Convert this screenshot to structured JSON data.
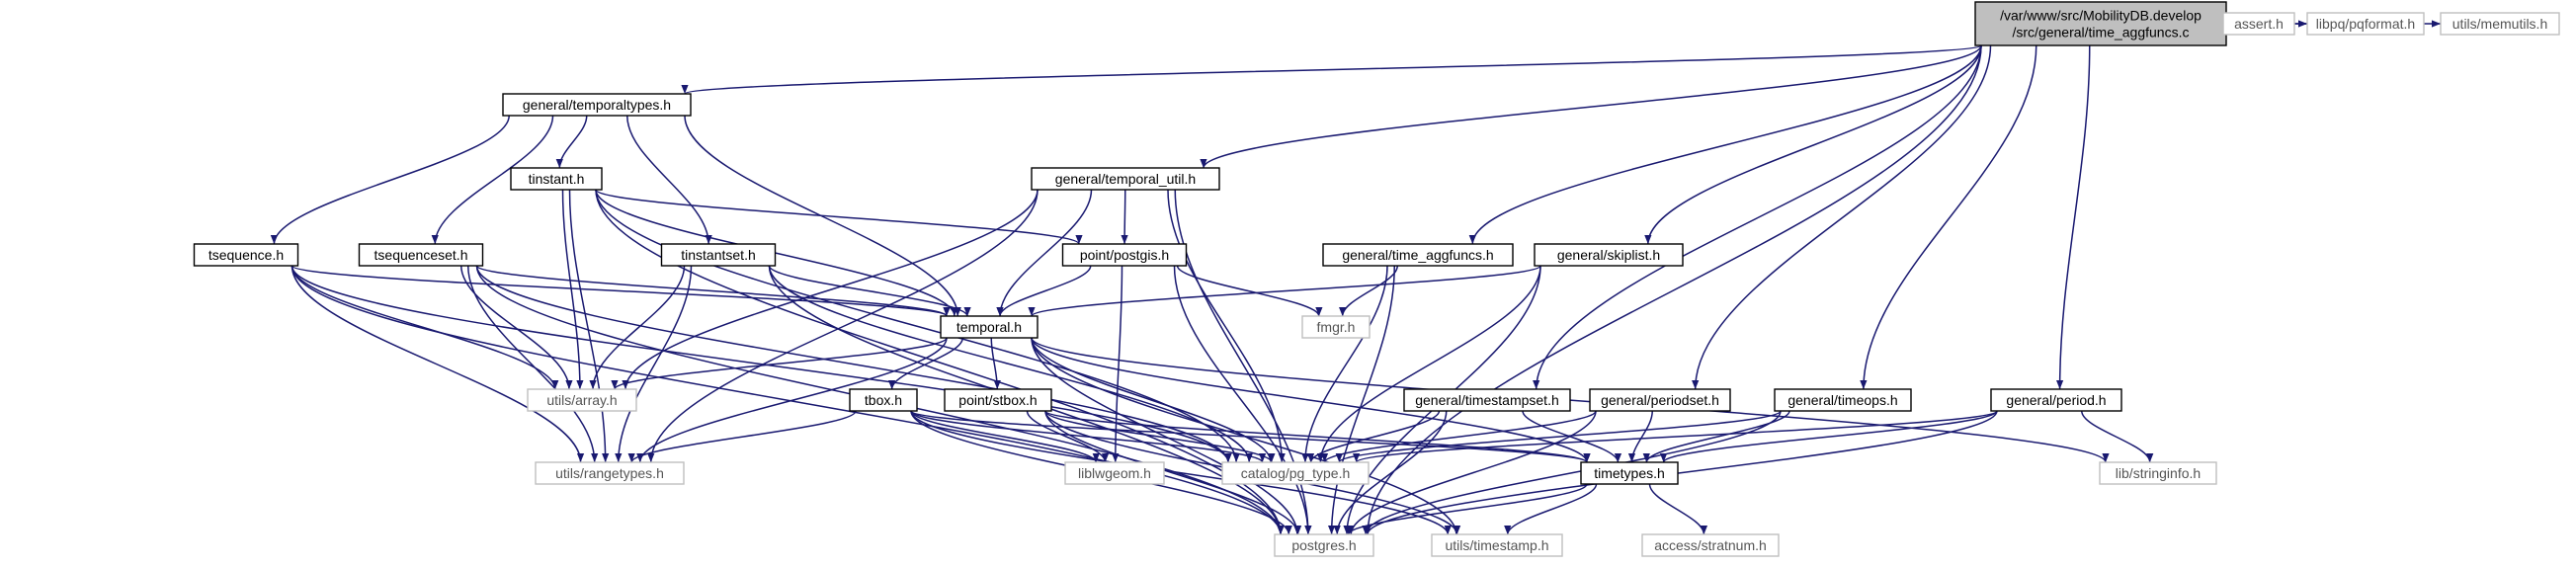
{
  "diagram": {
    "type": "include-dependency-graph",
    "nodes": [
      {
        "id": "root",
        "lines": [
          "/var/www/src/MobilityDB.develop",
          "/src/general/time_aggfuncs.c"
        ],
        "style": "root"
      },
      {
        "id": "temporaltypes",
        "lines": [
          "general/temporaltypes.h"
        ]
      },
      {
        "id": "tinstant",
        "lines": [
          "tinstant.h"
        ]
      },
      {
        "id": "tsequence",
        "lines": [
          "tsequence.h"
        ]
      },
      {
        "id": "tsequenceset",
        "lines": [
          "tsequenceset.h"
        ]
      },
      {
        "id": "tinstantset",
        "lines": [
          "tinstantset.h"
        ]
      },
      {
        "id": "temporal_util",
        "lines": [
          "general/temporal_util.h"
        ]
      },
      {
        "id": "postgis",
        "lines": [
          "point/postgis.h"
        ]
      },
      {
        "id": "time_aggfuncs",
        "lines": [
          "general/time_aggfuncs.h"
        ]
      },
      {
        "id": "skiplist",
        "lines": [
          "general/skiplist.h"
        ]
      },
      {
        "id": "temporal",
        "lines": [
          "temporal.h"
        ]
      },
      {
        "id": "fmgr",
        "lines": [
          "fmgr.h"
        ],
        "style": "ext"
      },
      {
        "id": "array",
        "lines": [
          "utils/array.h"
        ],
        "style": "ext"
      },
      {
        "id": "tbox",
        "lines": [
          "tbox.h"
        ]
      },
      {
        "id": "stbox",
        "lines": [
          "point/stbox.h"
        ]
      },
      {
        "id": "rangetypes",
        "lines": [
          "utils/rangetypes.h"
        ],
        "style": "ext"
      },
      {
        "id": "liblwgeom",
        "lines": [
          "liblwgeom.h"
        ],
        "style": "ext"
      },
      {
        "id": "pg_type",
        "lines": [
          "catalog/pg_type.h"
        ],
        "style": "ext"
      },
      {
        "id": "timestampset",
        "lines": [
          "general/timestampset.h"
        ]
      },
      {
        "id": "periodset",
        "lines": [
          "general/periodset.h"
        ]
      },
      {
        "id": "timeops",
        "lines": [
          "general/timeops.h"
        ]
      },
      {
        "id": "period",
        "lines": [
          "general/period.h"
        ]
      },
      {
        "id": "timetypes",
        "lines": [
          "timetypes.h"
        ]
      },
      {
        "id": "stringinfo",
        "lines": [
          "lib/stringinfo.h"
        ],
        "style": "ext"
      },
      {
        "id": "postgres",
        "lines": [
          "postgres.h"
        ],
        "style": "ext"
      },
      {
        "id": "timestamp",
        "lines": [
          "utils/timestamp.h"
        ],
        "style": "ext"
      },
      {
        "id": "stratnum",
        "lines": [
          "access/stratnum.h"
        ],
        "style": "ext"
      },
      {
        "id": "assert",
        "lines": [
          "assert.h"
        ],
        "style": "ext"
      },
      {
        "id": "pqformat",
        "lines": [
          "libpq/pqformat.h"
        ],
        "style": "ext"
      },
      {
        "id": "memutils",
        "lines": [
          "utils/memutils.h"
        ],
        "style": "ext"
      }
    ],
    "edges": [
      [
        "root",
        "temporaltypes"
      ],
      [
        "root",
        "temporal_util"
      ],
      [
        "root",
        "time_aggfuncs"
      ],
      [
        "root",
        "skiplist"
      ],
      [
        "root",
        "timestampset"
      ],
      [
        "root",
        "periodset"
      ],
      [
        "root",
        "timeops"
      ],
      [
        "root",
        "period"
      ],
      [
        "root",
        "postgres"
      ],
      [
        "root",
        "assert"
      ],
      [
        "root",
        "pqformat"
      ],
      [
        "root",
        "memutils"
      ],
      [
        "temporaltypes",
        "tinstant"
      ],
      [
        "temporaltypes",
        "tsequence"
      ],
      [
        "temporaltypes",
        "tsequenceset"
      ],
      [
        "temporaltypes",
        "tinstantset"
      ],
      [
        "temporaltypes",
        "temporal"
      ],
      [
        "tinstant",
        "postgis"
      ],
      [
        "tinstant",
        "temporal"
      ],
      [
        "tinstant",
        "array"
      ],
      [
        "tinstant",
        "pg_type"
      ],
      [
        "tinstant",
        "rangetypes"
      ],
      [
        "tinstant",
        "postgres"
      ],
      [
        "tsequence",
        "temporal"
      ],
      [
        "tsequence",
        "array"
      ],
      [
        "tsequence",
        "rangetypes"
      ],
      [
        "tsequence",
        "pg_type"
      ],
      [
        "tsequence",
        "postgres"
      ],
      [
        "tsequenceset",
        "temporal"
      ],
      [
        "tsequenceset",
        "array"
      ],
      [
        "tsequenceset",
        "rangetypes"
      ],
      [
        "tsequenceset",
        "pg_type"
      ],
      [
        "tsequenceset",
        "postgres"
      ],
      [
        "tinstantset",
        "temporal"
      ],
      [
        "tinstantset",
        "array"
      ],
      [
        "tinstantset",
        "rangetypes"
      ],
      [
        "tinstantset",
        "pg_type"
      ],
      [
        "tinstantset",
        "postgres"
      ],
      [
        "temporal_util",
        "postgis"
      ],
      [
        "temporal_util",
        "temporal"
      ],
      [
        "temporal_util",
        "array"
      ],
      [
        "temporal_util",
        "rangetypes"
      ],
      [
        "temporal_util",
        "pg_type"
      ],
      [
        "temporal_util",
        "postgres"
      ],
      [
        "postgis",
        "temporal"
      ],
      [
        "postgis",
        "fmgr"
      ],
      [
        "postgis",
        "liblwgeom"
      ],
      [
        "postgis",
        "postgres"
      ],
      [
        "time_aggfuncs",
        "fmgr"
      ],
      [
        "time_aggfuncs",
        "pg_type"
      ],
      [
        "time_aggfuncs",
        "postgres"
      ],
      [
        "skiplist",
        "temporal"
      ],
      [
        "skiplist",
        "pg_type"
      ],
      [
        "skiplist",
        "postgres"
      ],
      [
        "temporal",
        "array"
      ],
      [
        "temporal",
        "rangetypes"
      ],
      [
        "temporal",
        "tbox"
      ],
      [
        "temporal",
        "stbox"
      ],
      [
        "temporal",
        "pg_type"
      ],
      [
        "temporal",
        "timetypes"
      ],
      [
        "temporal",
        "stringinfo"
      ],
      [
        "temporal",
        "postgres"
      ],
      [
        "temporal",
        "timestamp"
      ],
      [
        "tbox",
        "rangetypes"
      ],
      [
        "tbox",
        "pg_type"
      ],
      [
        "tbox",
        "timetypes"
      ],
      [
        "tbox",
        "postgres"
      ],
      [
        "tbox",
        "timestamp"
      ],
      [
        "tbox",
        "liblwgeom"
      ],
      [
        "stbox",
        "liblwgeom"
      ],
      [
        "stbox",
        "pg_type"
      ],
      [
        "stbox",
        "timetypes"
      ],
      [
        "stbox",
        "postgres"
      ],
      [
        "stbox",
        "timestamp"
      ],
      [
        "timestampset",
        "pg_type"
      ],
      [
        "timestampset",
        "timetypes"
      ],
      [
        "timestampset",
        "postgres"
      ],
      [
        "periodset",
        "pg_type"
      ],
      [
        "periodset",
        "timetypes"
      ],
      [
        "periodset",
        "postgres"
      ],
      [
        "timeops",
        "pg_type"
      ],
      [
        "timeops",
        "timetypes"
      ],
      [
        "timeops",
        "postgres"
      ],
      [
        "period",
        "pg_type"
      ],
      [
        "period",
        "timetypes"
      ],
      [
        "period",
        "stringinfo"
      ],
      [
        "period",
        "postgres"
      ],
      [
        "timetypes",
        "postgres"
      ],
      [
        "timetypes",
        "timestamp"
      ],
      [
        "timetypes",
        "stratnum"
      ]
    ]
  },
  "colors": {
    "edge": "#191970",
    "edge_ext": "#404040",
    "root_fill": "#bfbfbf",
    "ext_border": "#bfbfbf",
    "node_border": "#000000"
  }
}
